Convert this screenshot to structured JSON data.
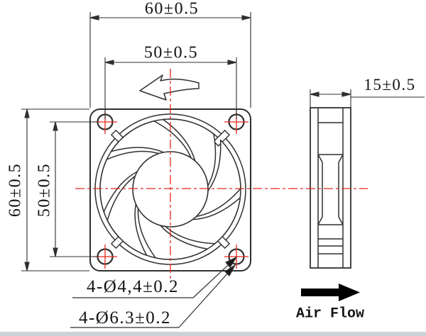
{
  "drawing": {
    "dimensions": {
      "top_width": "60±0.5",
      "top_hole_spacing": "50±0.5",
      "left_height": "60±0.5",
      "left_hole_spacing": "50±0.5",
      "thickness": "15±0.5"
    },
    "callouts": {
      "mounting_holes": "4-Ø4,4±0.2",
      "corner_holes": "4-Ø6.3±0.2"
    },
    "air_flow_label": "Air Flow",
    "icons": {
      "rotation_arrow": "curved-left-rotation-arrow",
      "air_flow_arrow": "solid-right-arrow"
    },
    "colors": {
      "line": "#2f2f2f",
      "centerline_red": "#e8281e",
      "text": "#131313",
      "bottom_border": "#ccd2d8"
    }
  }
}
